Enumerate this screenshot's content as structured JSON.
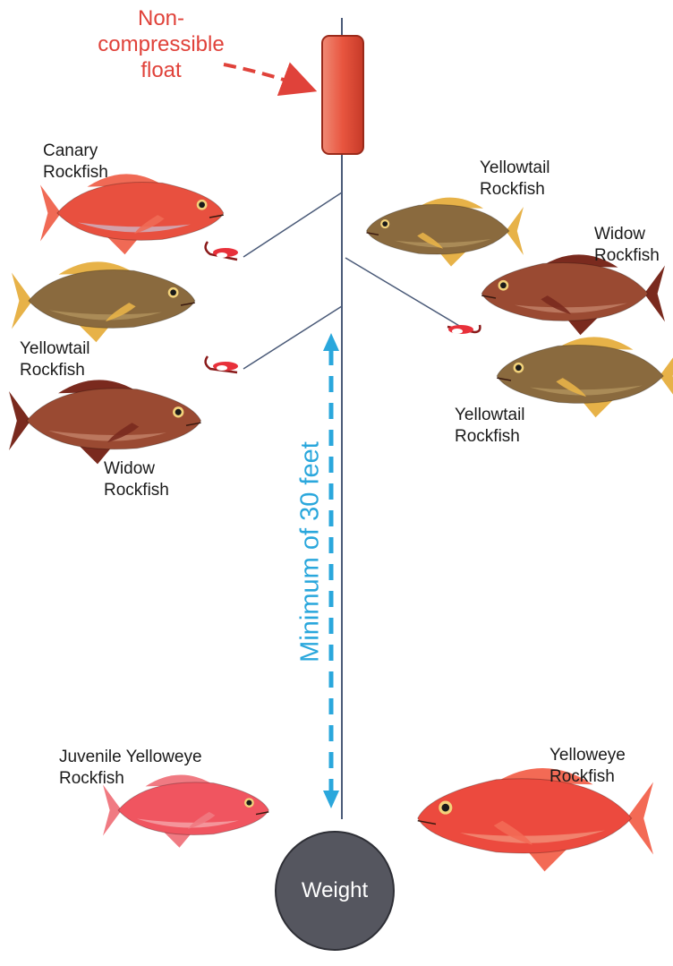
{
  "float_label": "Non-\ncompressible\nfloat",
  "distance_label": "Minimum of 30 feet",
  "weight_label": "Weight",
  "fish": [
    {
      "id": "canary-left",
      "label": "Canary\nRockfish",
      "species": "canary"
    },
    {
      "id": "yellowtail-left",
      "label": "Yellowtail\nRockfish",
      "species": "yellowtail"
    },
    {
      "id": "widow-left",
      "label": "Widow\nRockfish",
      "species": "widow"
    },
    {
      "id": "yellowtail-right-top",
      "label": "Yellowtail\nRockfish",
      "species": "yellowtail"
    },
    {
      "id": "widow-right",
      "label": "Widow\nRockfish",
      "species": "widow"
    },
    {
      "id": "yellowtail-right-bottom",
      "label": "Yellowtail\nRockfish",
      "species": "yellowtail"
    },
    {
      "id": "juvenile-yelloweye",
      "label": "Juvenile Yelloweye\nRockfish",
      "species": "juvenile-yelloweye"
    },
    {
      "id": "yelloweye",
      "label": "Yelloweye\nRockfish",
      "species": "yelloweye"
    }
  ],
  "colors": {
    "float": "#e8553f",
    "float_label": "#e0423a",
    "measure": "#2aa7dc",
    "weight": "#55565f",
    "line": "#4a5a78",
    "canary": "#e8503f",
    "yellowtail": "#8a6a3e",
    "widow": "#9a4a32",
    "yelloweye": "#ec4a3e",
    "fin_yellow": "#e7b248"
  }
}
